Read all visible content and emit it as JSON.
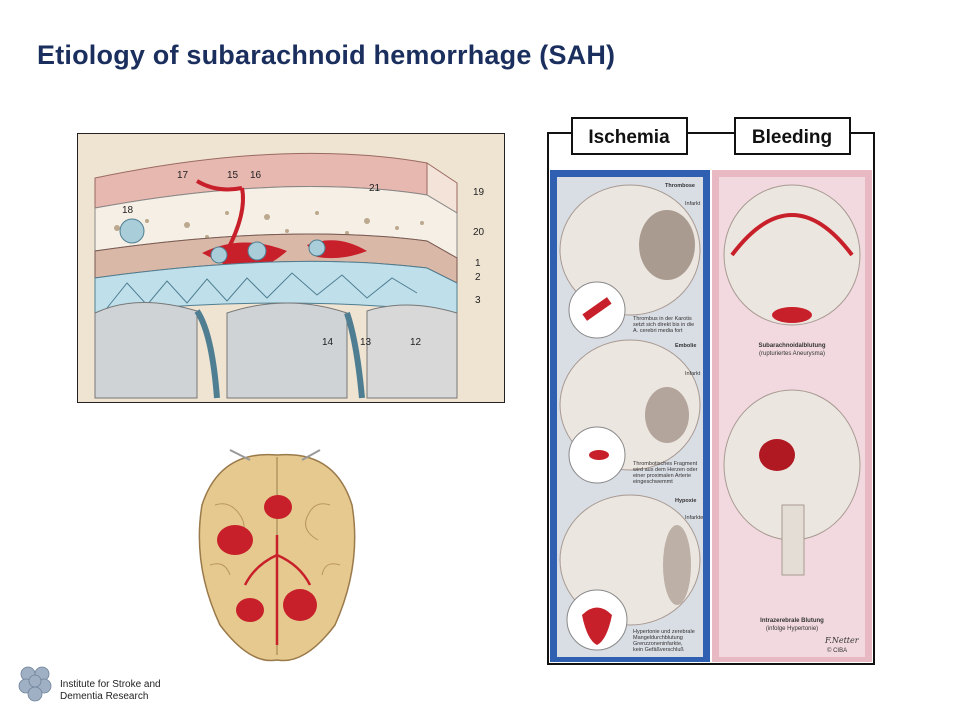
{
  "slide": {
    "title": "Etiology of subarachnoid hemorrhage (SAH)"
  },
  "meninges_figure": {
    "labels": [
      "17",
      "15",
      "16",
      "21",
      "19",
      "18",
      "20",
      "1",
      "2",
      "3",
      "14",
      "13",
      "12"
    ]
  },
  "panel": {
    "left_header": "Ischemia",
    "right_header": "Bleeding",
    "left_captions": {
      "thrombose": "Thrombose",
      "infarkt1": "Infarkt",
      "thrombus_text": [
        "Thrombus in der Karotis",
        "setzt sich direkt bis in die",
        "A. cerebri media fort"
      ],
      "embolie": "Embolie",
      "infarkt2": "Infarkt",
      "embolie_text": [
        "Thrombotisches Fragment",
        "wird aus dem Herzen oder",
        "einer proximalen Arterie",
        "eingeschwemmt"
      ],
      "hypoxie": "Hypoxie",
      "infarkte": "Infarkte",
      "hypoxie_text": [
        "Hypertonie und zerebrale",
        "Mangeldurchblutung",
        "Grenzzoneninfarkte,",
        "kein Gefäßverschluß"
      ]
    },
    "right_captions": {
      "sab_title": "Subarachnoidalblutung",
      "sab_sub": "(rupturiertes Aneurysma)",
      "icb_title": "Intrazerebrale Blutung",
      "icb_sub": "(infolge Hypertonie)",
      "signature": "F.Netter",
      "copyright": "© CIBA"
    }
  },
  "footer": {
    "line1": "Institute for Stroke and",
    "line2": "Dementia Research"
  }
}
